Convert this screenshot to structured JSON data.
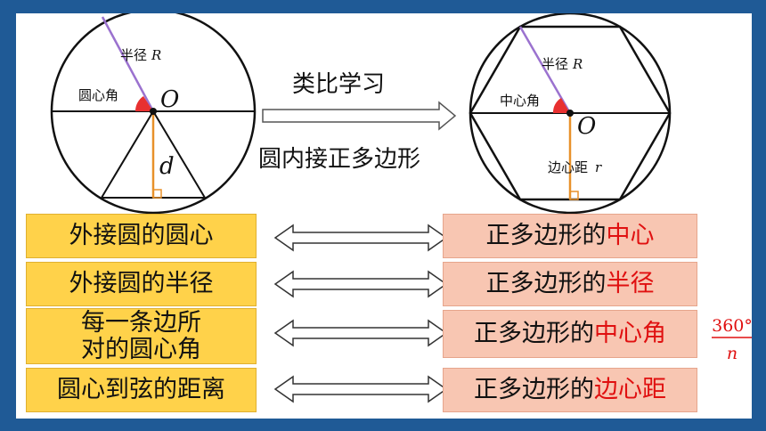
{
  "analogy_arrow_label": "类比学习",
  "polygon_caption": "圆内接正多边形",
  "circle_figure": {
    "radius_label": "半径",
    "radius_symbol": "R",
    "angle_label": "圆心角",
    "center_symbol": "O",
    "distance_symbol": "d"
  },
  "hexagon_figure": {
    "radius_label": "半径",
    "radius_symbol": "R",
    "angle_label": "中心角",
    "center_symbol": "O",
    "apothem_label": "边心距",
    "apothem_symbol": "r"
  },
  "correspondences": [
    {
      "left": "外接圆的圆心",
      "right_prefix": "正多边形的",
      "right_highlight": "中心"
    },
    {
      "left": "外接圆的半径",
      "right_prefix": "正多边形的",
      "right_highlight": "半径"
    },
    {
      "left_line1": "每一条边所",
      "left_line2": "对的圆心角",
      "right_prefix": "正多边形的",
      "right_highlight": "中心角"
    },
    {
      "left": "圆心到弦的距离",
      "right_prefix": "正多边形的",
      "right_highlight": "边心距"
    }
  ],
  "central_angle_formula": {
    "numerator": "360°",
    "denominator": "n"
  },
  "colors": {
    "frame": "#1f5a96",
    "highlight": "#e01010",
    "left_box": "#ffd24a",
    "right_box": "#f8c6b2",
    "radius_line": "#9b72cf",
    "distance_line": "#e8912a"
  }
}
